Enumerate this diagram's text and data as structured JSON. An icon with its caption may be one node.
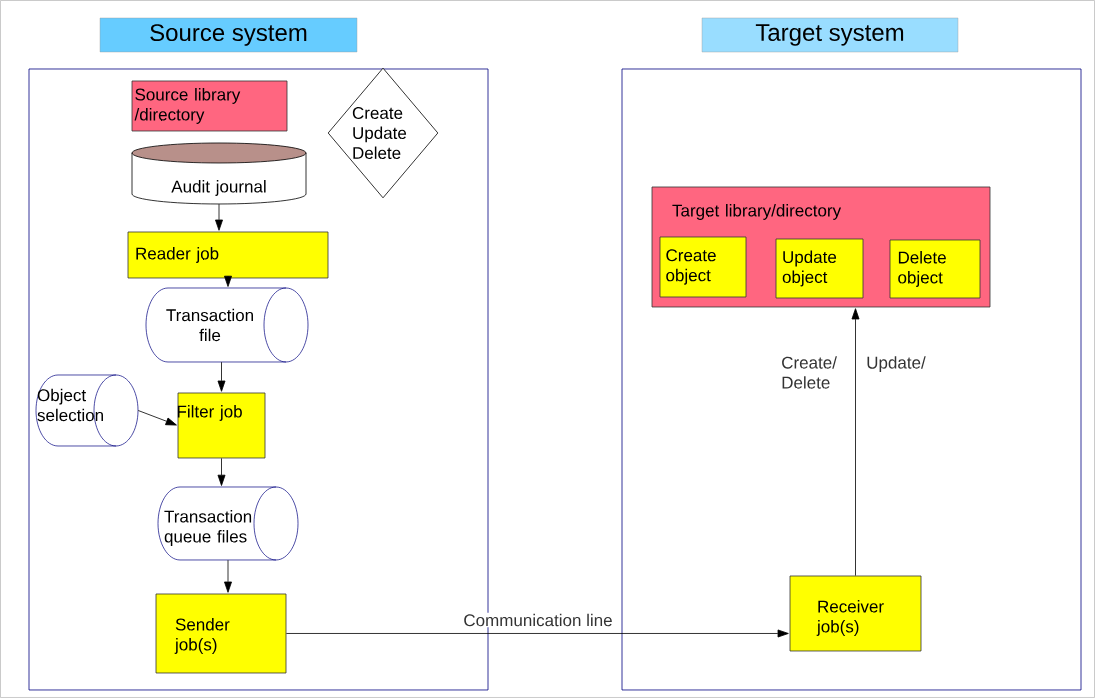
{
  "diagram": {
    "nodes": [
      {
        "text": [
          "Source system"
        ]
      },
      {
        "text": [
          "Source library /directory"
        ],
        "in": 0
      },
      {
        "text": [
          "Create Update Delete"
        ],
        "in": 0
      },
      {
        "text": [
          "Audit journal"
        ],
        "in": 0
      },
      {
        "text": [
          "Reader job"
        ],
        "in": 0
      },
      {
        "text": [
          "Transaction file"
        ],
        "in": 0
      },
      {
        "text": [
          "Object selection"
        ],
        "in": 0
      },
      {
        "text": [
          "Filter job"
        ],
        "in": 0
      },
      {
        "text": [
          "Transaction queue files"
        ],
        "in": 0
      },
      {
        "text": [
          "Sender job(s)"
        ],
        "in": 0
      },
      {
        "text": [
          "Target system"
        ]
      },
      {
        "text": [
          "Target library/directory"
        ],
        "in": 10
      },
      {
        "text": [
          "Create object"
        ],
        "in": 11
      },
      {
        "text": [
          "Update object"
        ],
        "in": 11
      },
      {
        "text": [
          "Delete object"
        ],
        "in": 11
      },
      {
        "text": [
          "Receiver job(s)"
        ],
        "in": 10
      }
    ],
    "edges": [
      {
        "from": 3,
        "to": 4,
        "arrow": "to"
      },
      {
        "from": 4,
        "to": 5,
        "arrow": "to"
      },
      {
        "from": 5,
        "to": 7,
        "arrow": "to"
      },
      {
        "from": 6,
        "to": 7,
        "arrow": "to"
      },
      {
        "from": 7,
        "to": 8,
        "arrow": "to"
      },
      {
        "from": 8,
        "to": 9,
        "arrow": "to"
      },
      {
        "from": 9,
        "to": 15,
        "arrow": "to",
        "label": "Communication line"
      },
      {
        "from": 15,
        "to": 11,
        "arrow": "to"
      }
    ],
    "labels": [
      "Create/ Delete",
      "Update/"
    ]
  }
}
